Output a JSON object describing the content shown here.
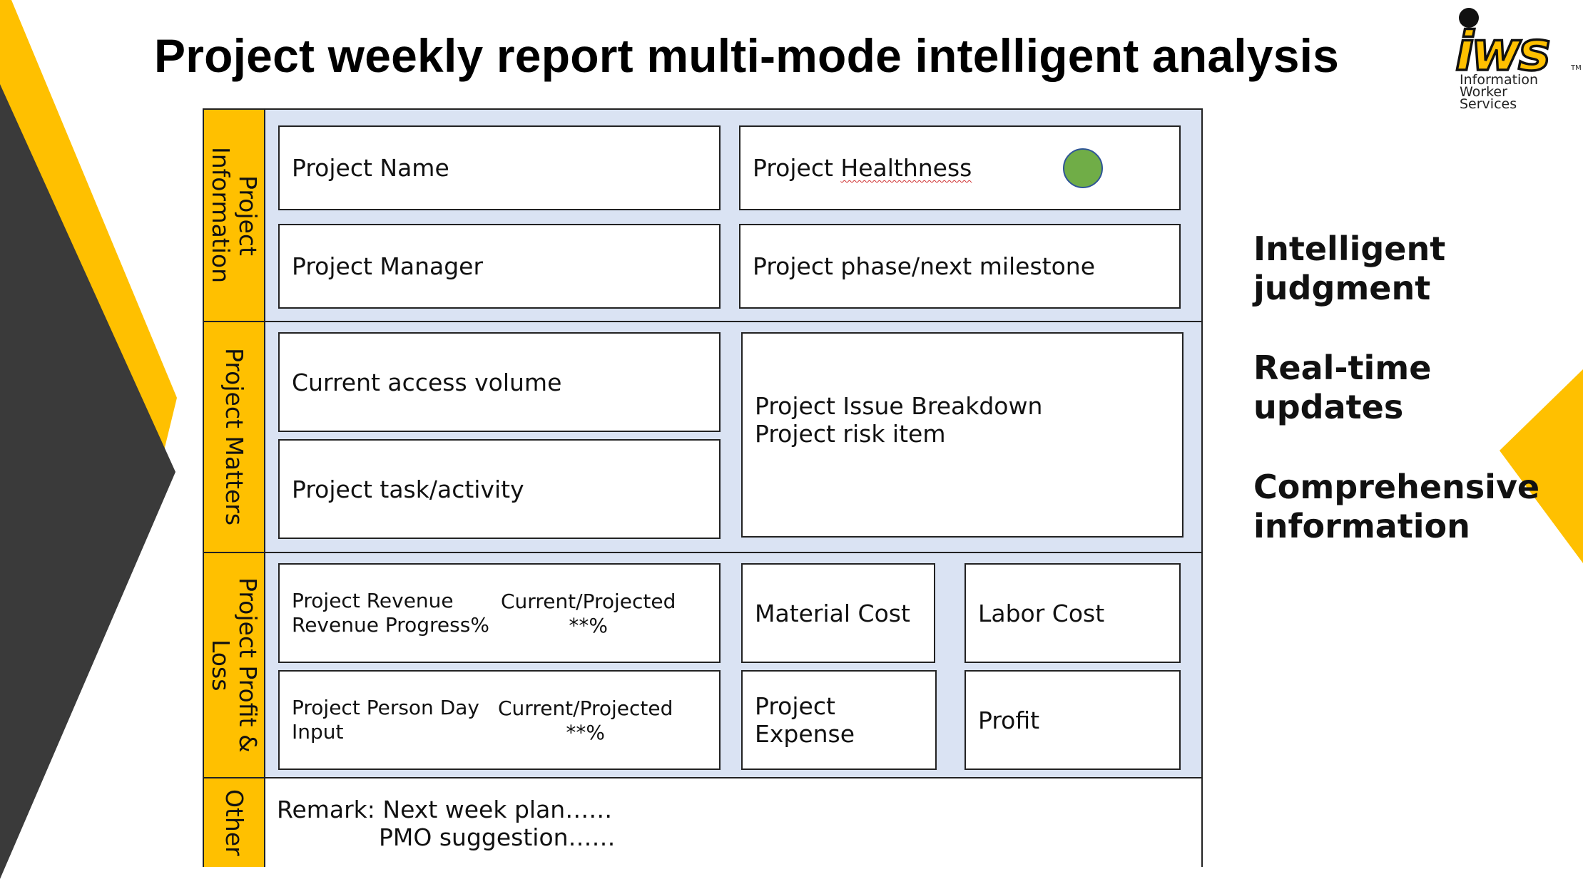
{
  "title": "Project weekly report multi-mode intelligent analysis",
  "logo": {
    "mark": "iws",
    "tm": "TM",
    "subtitle": "Information\nWorker\nServices"
  },
  "colors": {
    "accent": "#FFC000",
    "dark": "#3A3A3A",
    "band": "#DAE3F3",
    "health": "#70AD47"
  },
  "sections": {
    "information": {
      "label": "Project\nInformation",
      "project_name": "Project Name",
      "project_healthness_prefix": "Project ",
      "project_healthness_word": "Healthness",
      "project_manager": "Project Manager",
      "project_phase": "Project phase/next milestone"
    },
    "matters": {
      "label": "Project Matters",
      "access_volume": "Current access volume",
      "task_activity": "Project task/activity",
      "issue_breakdown": "Project Issue Breakdown",
      "risk_item": "Project risk item"
    },
    "profit_loss": {
      "label": "Project Profit &\nLoss",
      "revenue_line1": "Project Revenue",
      "revenue_line2": "Revenue Progress%",
      "revenue_value_line1": "Current/Projected",
      "revenue_value_line2": "**%",
      "person_day_line1": "Project Person Day",
      "person_day_line2": "Input",
      "person_day_value_line1": "Current/Projected",
      "person_day_value_line2": "**%",
      "material_cost": "Material Cost",
      "labor_cost": "Labor Cost",
      "project_expense_line1": "Project",
      "project_expense_line2": "Expense",
      "profit": "Profit"
    },
    "other": {
      "label": "Other",
      "remark_line1": "Remark:  Next week plan……",
      "remark_line2": "PMO suggestion……"
    }
  },
  "features": [
    "Intelligent\njudgment",
    "Real-time\nupdates",
    "Comprehensive\ninformation"
  ]
}
